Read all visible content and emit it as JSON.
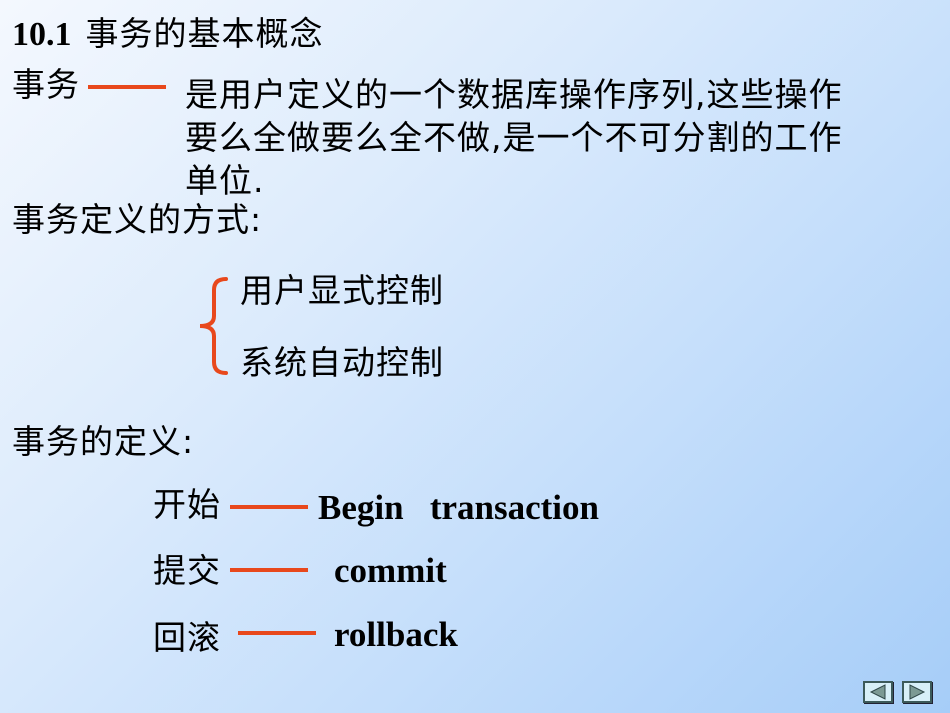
{
  "title": {
    "number": "10.1",
    "text": "事务的基本概念"
  },
  "transaction": {
    "term": "事务",
    "definition_lines": [
      "是用户定义的一个数据库操作序列,这些操作",
      "要么全做要么全不做,是一个不可分割的工作",
      "单位."
    ]
  },
  "definition_methods": {
    "heading": "事务定义的方式:",
    "items": [
      "用户显式控制",
      "系统自动控制"
    ]
  },
  "transaction_definition": {
    "heading": "事务的定义:",
    "rows": [
      {
        "label": "开始",
        "command": "Begin   transaction"
      },
      {
        "label": "提交",
        "command": "commit"
      },
      {
        "label": "回滚",
        "command": "rollback"
      }
    ]
  },
  "nav": {
    "prev_icon": "triangle-left-icon",
    "next_icon": "triangle-right-icon"
  },
  "colors": {
    "accent": "#e8481c",
    "nav_fill": "#d8f0f8",
    "nav_border": "#3c5a5a"
  }
}
